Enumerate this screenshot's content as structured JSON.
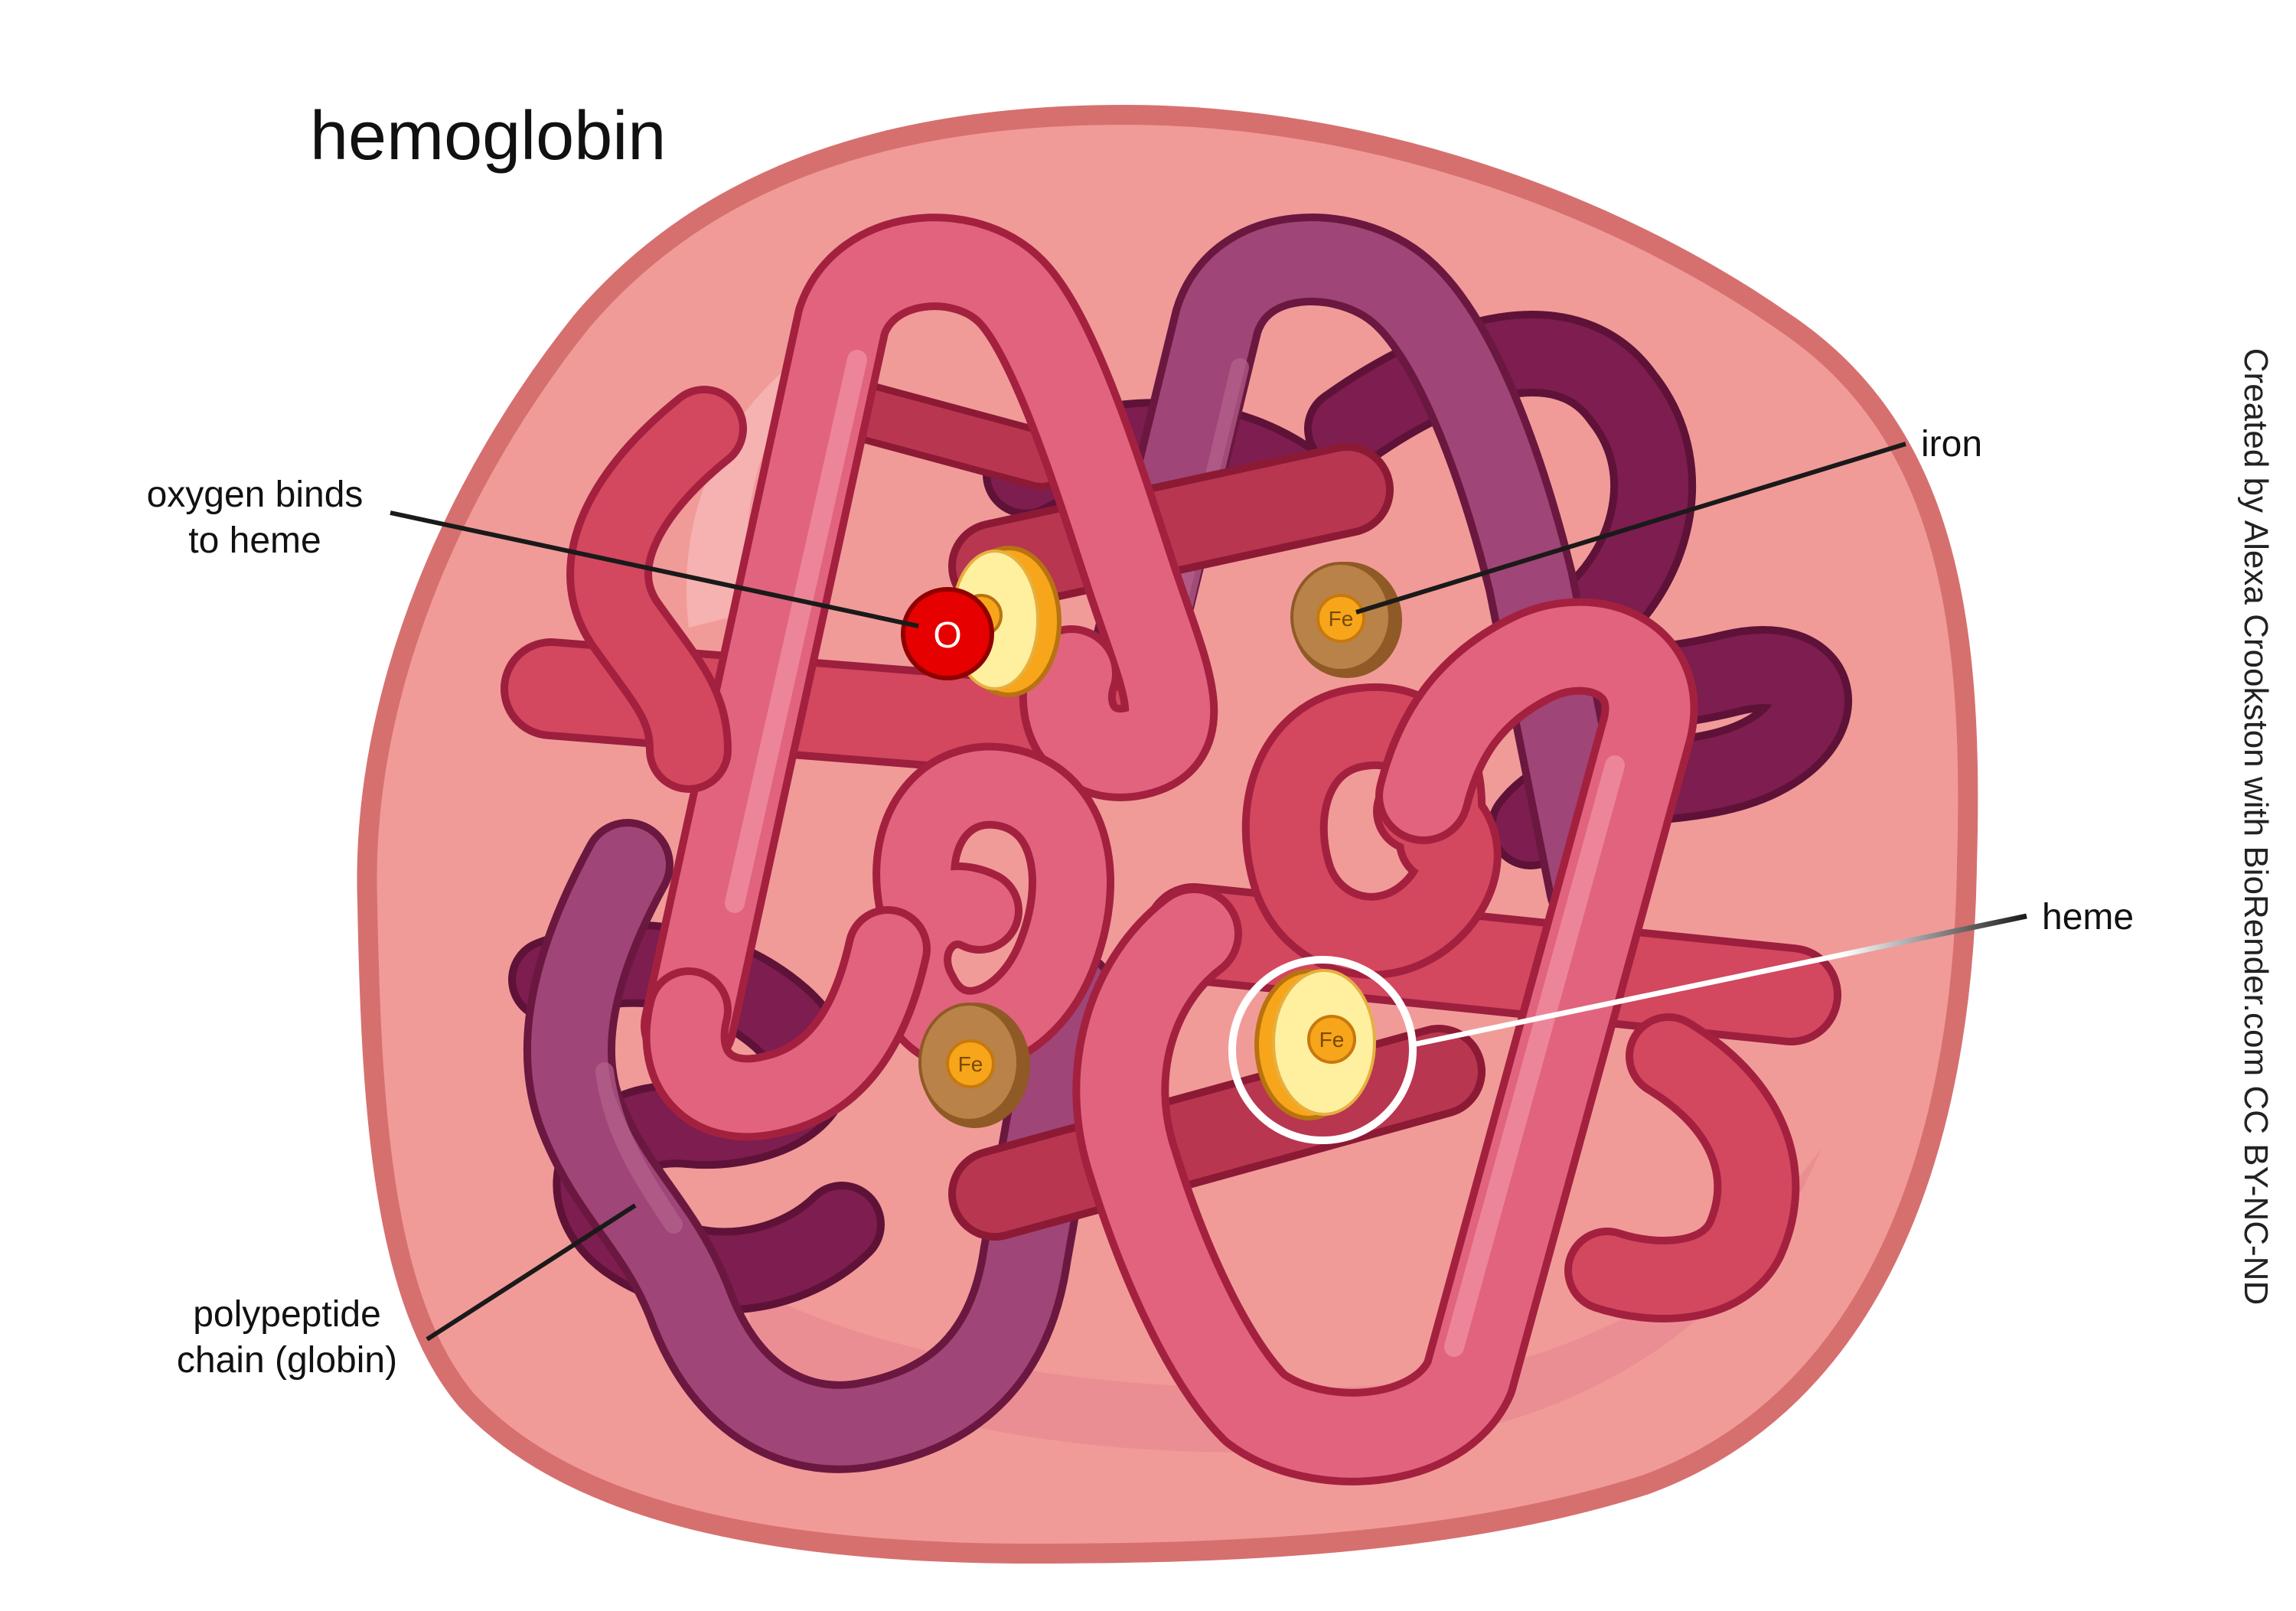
{
  "title": "hemoglobin",
  "credit": "Created by Alexa Crookston with BioRender.com CC BY-NC-ND",
  "labels": {
    "oxygen_line1": "oxygen binds",
    "oxygen_line2": "to heme",
    "iron": "iron",
    "heme": "heme",
    "globin_line1": "polypeptide",
    "globin_line2": "chain (globin)"
  },
  "atoms": {
    "oxygen": "O",
    "iron": "Fe"
  },
  "colors": {
    "outer_body": "#f19b99",
    "outer_rim": "#d6706f",
    "chain_light": "#e2637d",
    "chain_mid": "#d3475f",
    "chain_dark": "#9f4577",
    "chain_darkest": "#7e1d4f",
    "heme_yellow": "#fff0a0",
    "heme_orange": "#f7a51a",
    "iron_brown": "#b88248",
    "oxygen_red": "#e60000"
  }
}
